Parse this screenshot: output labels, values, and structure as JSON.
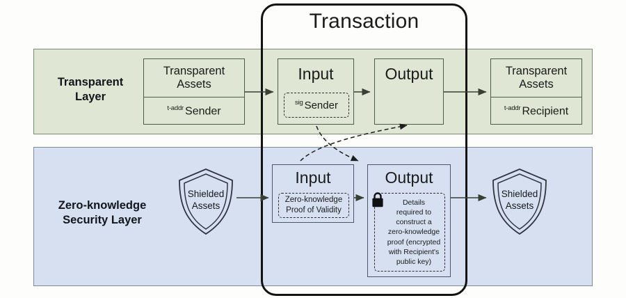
{
  "diagram": {
    "title": "Transaction",
    "layers": [
      {
        "id": "transparent",
        "label": "Transparent\nLayer",
        "fill": "#dfe6d3",
        "stroke": "#7c8a74"
      },
      {
        "id": "zero-knowledge",
        "label": "Zero-knowledge\nSecurity Layer",
        "fill": "#d6e0f1",
        "stroke": "#7d8a9c"
      }
    ]
  },
  "transparent_layer": {
    "source_asset": {
      "title": "Transparent\nAssets",
      "addr_tag": "t-addr",
      "addr_label": "Sender"
    },
    "input": {
      "title": "Input",
      "detail_tag": "sig",
      "detail_label": "Sender"
    },
    "output": {
      "title": "Output"
    },
    "dest_asset": {
      "title": "Transparent\nAssets",
      "addr_tag": "t-addr",
      "addr_label": "Recipient"
    }
  },
  "zk_layer": {
    "source_asset": {
      "label": "Shielded\nAssets",
      "icon": "shield-icon"
    },
    "input": {
      "title": "Input",
      "detail": "Zero-knowledge\nProof of Validity"
    },
    "output": {
      "title": "Output",
      "icon": "lock-icon",
      "detail": "Details\nrequired to\nconstruct a\nzero-knowledge\nproof (encrypted\nwith Recipient's\npublic key)"
    },
    "dest_asset": {
      "label": "Shielded\nAssets",
      "icon": "shield-icon"
    }
  },
  "connectors": {
    "solid_flow": "solid-arrow",
    "cross_link": "dashed-curved-arrow"
  },
  "colors": {
    "transparent_fill": "#dfe6d3",
    "zk_fill": "#d6e0f1",
    "frame_stroke": "#121212",
    "arrow_stroke": "#3a3f36",
    "lock_fill": "#111111"
  }
}
